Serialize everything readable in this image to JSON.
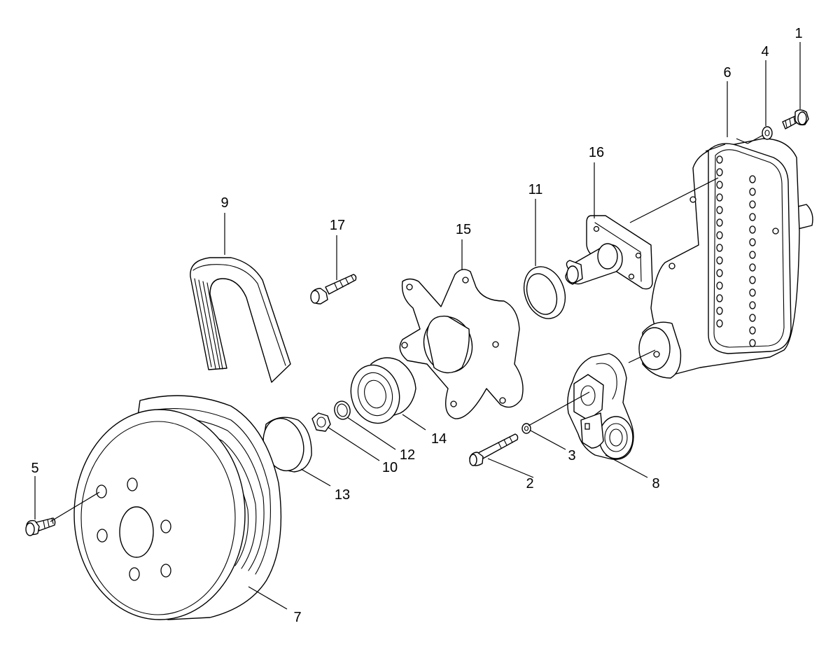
{
  "diagram": {
    "callouts": [
      {
        "id": "1",
        "label": "1"
      },
      {
        "id": "2",
        "label": "2"
      },
      {
        "id": "3",
        "label": "3"
      },
      {
        "id": "4",
        "label": "4"
      },
      {
        "id": "5",
        "label": "5"
      },
      {
        "id": "6",
        "label": "6"
      },
      {
        "id": "7",
        "label": "7"
      },
      {
        "id": "8",
        "label": "8"
      },
      {
        "id": "9",
        "label": "9"
      },
      {
        "id": "10",
        "label": "10"
      },
      {
        "id": "11",
        "label": "11"
      },
      {
        "id": "12",
        "label": "12"
      },
      {
        "id": "13",
        "label": "13"
      },
      {
        "id": "14",
        "label": "14"
      },
      {
        "id": "15",
        "label": "15"
      },
      {
        "id": "16",
        "label": "16"
      },
      {
        "id": "17",
        "label": "17"
      }
    ],
    "colors": {
      "line": "#000000",
      "background": "#ffffff"
    }
  }
}
